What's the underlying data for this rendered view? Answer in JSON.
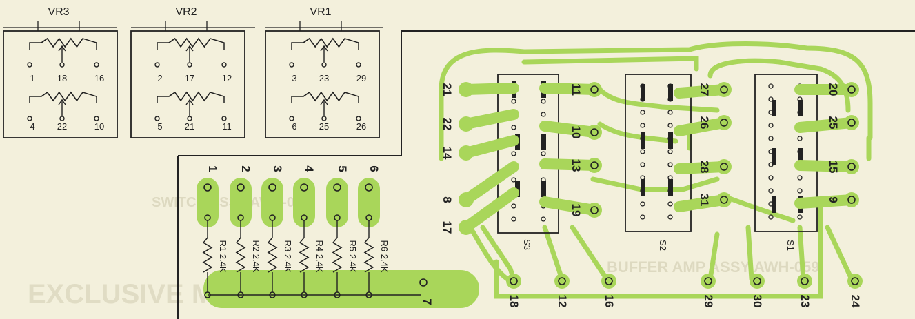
{
  "colors": {
    "background": "#f3f0dc",
    "trace": "#a9d65a",
    "ink": "#222222"
  },
  "vr_blocks": [
    {
      "label": "VR3",
      "terms": [
        "1",
        "18",
        "16",
        "4",
        "22",
        "10"
      ]
    },
    {
      "label": "VR2",
      "terms": [
        "2",
        "17",
        "12",
        "5",
        "21",
        "11"
      ]
    },
    {
      "label": "VR1",
      "terms": [
        "3",
        "23",
        "29",
        "6",
        "25",
        "26"
      ]
    }
  ],
  "resistors": [
    {
      "pad": "1",
      "label": "R1 2.4K"
    },
    {
      "pad": "2",
      "label": "R2 2.4K"
    },
    {
      "pad": "3",
      "label": "R3 2.4K"
    },
    {
      "pad": "4",
      "label": "R4 2.4K"
    },
    {
      "pad": "5",
      "label": "R5 2.4K"
    },
    {
      "pad": "6",
      "label": "R6 2.4K"
    }
  ],
  "common_pad": "7",
  "switches": [
    {
      "label": "S3",
      "left_pads": [
        "21",
        "22",
        "14",
        "8",
        "17"
      ],
      "right_pads": [
        "11",
        "10",
        "13",
        "19"
      ],
      "bottom_pads": [
        "18",
        "12",
        "16"
      ]
    },
    {
      "label": "S2",
      "left_pads": [
        "27",
        "26",
        "28",
        "31"
      ]
    },
    {
      "label": "S1",
      "right_pads": [
        "20",
        "25",
        "15",
        "9"
      ],
      "bottom_pads": [
        "29",
        "30",
        "23",
        "24"
      ]
    }
  ],
  "watermarks": [
    "EXCLUSIVE MS",
    "BUFFER AMP ASSY AWH-059",
    "SWITCH ASSY AWH-058"
  ]
}
